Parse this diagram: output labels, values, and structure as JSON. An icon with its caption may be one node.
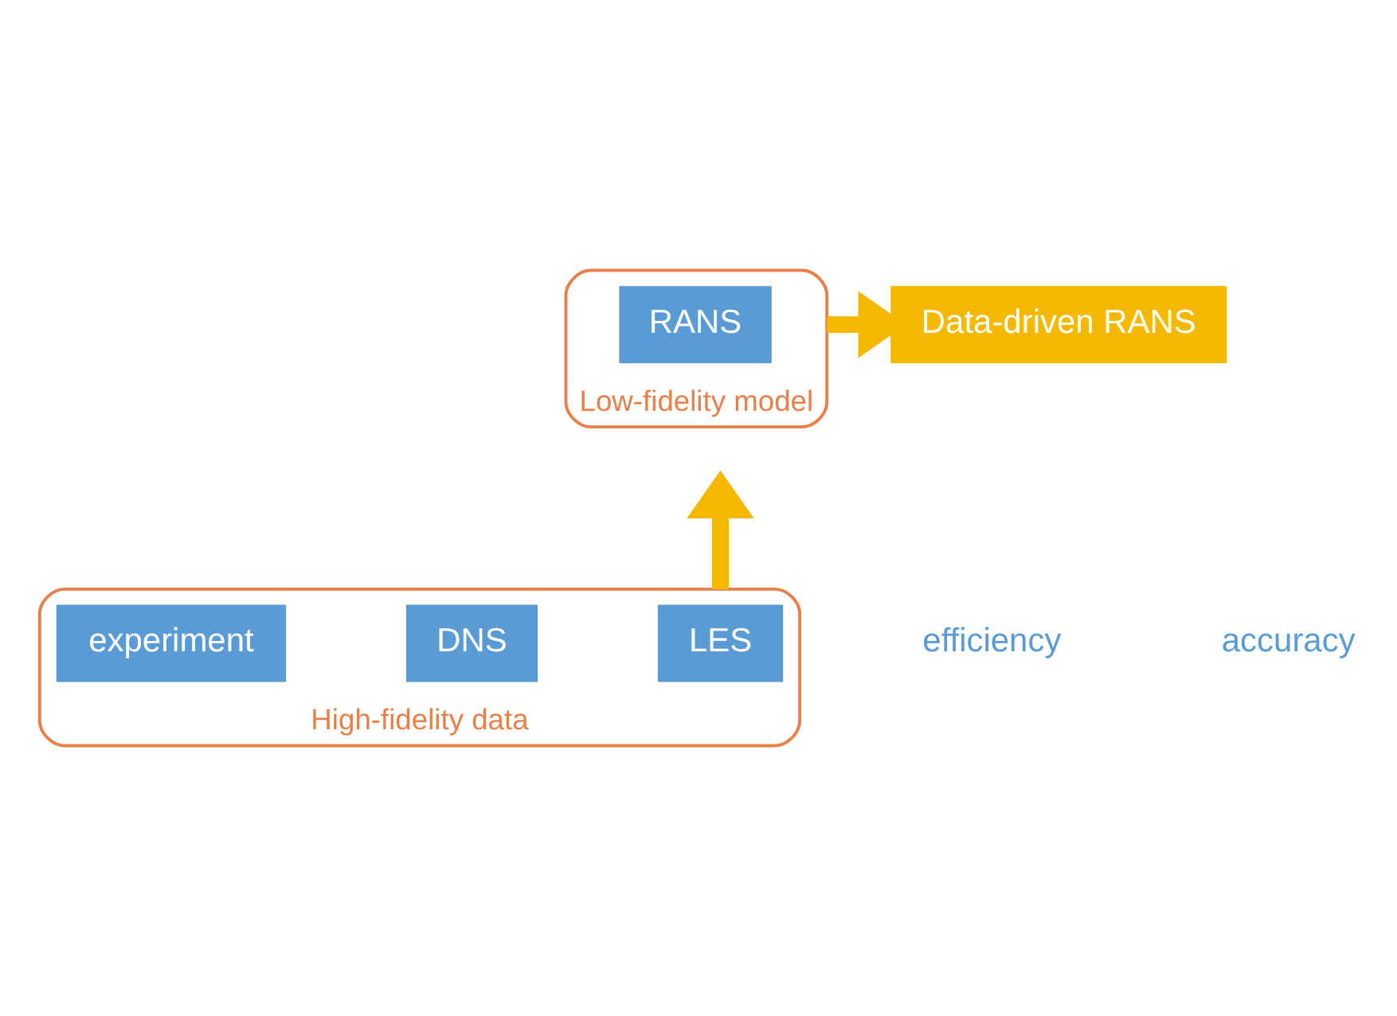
{
  "diagram": {
    "nodes": [
      {
        "text": [
          "Low-fidelity model"
        ]
      },
      {
        "text": [
          "RANS"
        ],
        "in": 0
      },
      {
        "text": [
          "Data-driven RANS"
        ]
      },
      {
        "text": [
          "High-fidelity data"
        ]
      },
      {
        "text": [
          "LES"
        ],
        "in": 3
      },
      {
        "text": [
          "DNS"
        ],
        "in": 3
      },
      {
        "text": [
          "experiment"
        ],
        "in": 3
      }
    ],
    "edges": [
      {
        "from": 0,
        "to": 2,
        "arrow": "to"
      },
      {
        "from": 3,
        "to": null,
        "arrow": "to"
      }
    ],
    "labels": [
      "efficiency",
      "accuracy"
    ]
  }
}
